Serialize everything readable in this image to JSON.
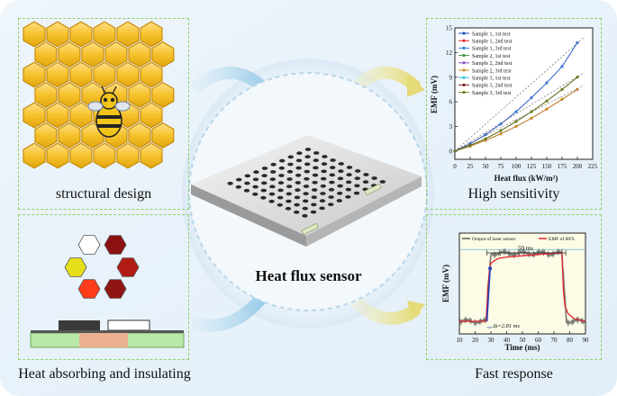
{
  "center": {
    "title": "Heat flux sensor"
  },
  "captions": {
    "structural": "structural design",
    "sensitivity": "High sensitivity",
    "absorbing": "Heat absorbing and insulating",
    "fast": "Fast response"
  },
  "colors": {
    "honeycomb": "#f2b81a",
    "panel_border": "#8fd36b",
    "hex_palette": [
      "#ffffff",
      "#8b1010",
      "#e6df1a",
      "#b01c14",
      "#ff3b1a",
      "#8f1512"
    ]
  },
  "chart_data": [
    {
      "type": "line",
      "xlabel": "Heat flux (kW/m²)",
      "ylabel": "EMF (mV)",
      "xlim": [
        0,
        225
      ],
      "ylim": [
        -1,
        15
      ],
      "xticks": [
        0,
        25,
        50,
        75,
        100,
        125,
        150,
        175,
        200,
        225
      ],
      "yticks": [
        0,
        3,
        6,
        9,
        12,
        15
      ],
      "legend": "top-left",
      "series": [
        {
          "name": "Sample 1, 1st test",
          "color": "#1e4fbf",
          "marker": "square",
          "x": [
            0,
            25,
            50,
            75,
            100,
            125,
            150,
            175,
            200
          ],
          "y": [
            0,
            0.9,
            2.0,
            3.3,
            4.8,
            6.5,
            8.3,
            10.3,
            13.2
          ]
        },
        {
          "name": "Sample 1, 2nd test",
          "color": "#e3242b",
          "marker": "circle",
          "x": [
            0,
            25,
            50,
            75,
            100,
            125,
            150,
            175,
            200
          ],
          "y": [
            0,
            0.9,
            2.0,
            3.3,
            4.8,
            6.5,
            8.3,
            10.3,
            13.2
          ]
        },
        {
          "name": "Sample 1, 3rd test",
          "color": "#2f7ce8",
          "marker": "triangle",
          "x": [
            0,
            25,
            50,
            75,
            100,
            125,
            150,
            175,
            200
          ],
          "y": [
            0,
            0.9,
            2.0,
            3.3,
            4.8,
            6.5,
            8.3,
            10.3,
            13.2
          ]
        },
        {
          "name": "Sample 2, 1st test",
          "color": "#3a9a3a",
          "marker": "triangle-down",
          "x": [
            0,
            25,
            50,
            75,
            100,
            125,
            150,
            175,
            200
          ],
          "y": [
            0,
            0.6,
            1.3,
            2.1,
            3.0,
            4.0,
            5.1,
            6.3,
            7.5
          ]
        },
        {
          "name": "Sample 2, 2nd test",
          "color": "#8a4fc9",
          "marker": "diamond",
          "x": [
            0,
            25,
            50,
            75,
            100,
            125,
            150,
            175,
            200
          ],
          "y": [
            0,
            0.6,
            1.3,
            2.1,
            3.0,
            4.0,
            5.1,
            6.3,
            7.5
          ]
        },
        {
          "name": "Sample 2, 3rd test",
          "color": "#d48a1a",
          "marker": "triangle-left",
          "x": [
            0,
            25,
            50,
            75,
            100,
            125,
            150,
            175,
            200
          ],
          "y": [
            0,
            0.6,
            1.3,
            2.1,
            3.0,
            4.0,
            5.1,
            6.3,
            7.5
          ]
        },
        {
          "name": "Sample 3, 1st test",
          "color": "#36c3d6",
          "marker": "triangle-right",
          "x": [
            0,
            25,
            50,
            75,
            100,
            125,
            150,
            175,
            200
          ],
          "y": [
            0,
            0.7,
            1.5,
            2.5,
            3.6,
            4.8,
            6.1,
            7.5,
            9.0
          ]
        },
        {
          "name": "Sample 3, 2nd test",
          "color": "#7a1f1f",
          "marker": "hexagon",
          "x": [
            0,
            25,
            50,
            75,
            100,
            125,
            150,
            175,
            200
          ],
          "y": [
            0,
            0.7,
            1.5,
            2.5,
            3.6,
            4.8,
            6.1,
            7.5,
            9.0
          ]
        },
        {
          "name": "Sample 3, 3rd test",
          "color": "#6b7f1a",
          "marker": "star",
          "x": [
            0,
            25,
            50,
            75,
            100,
            125,
            150,
            175,
            200
          ],
          "y": [
            0,
            0.7,
            1.5,
            2.5,
            3.6,
            4.8,
            6.1,
            7.5,
            9.0
          ]
        }
      ]
    },
    {
      "type": "line",
      "xlabel": "Time (ms)",
      "ylabel": "EMF (mV)",
      "xlim": [
        10,
        90
      ],
      "xticks": [
        10,
        20,
        30,
        40,
        50,
        60,
        70,
        80,
        90
      ],
      "legend": "top",
      "series": [
        {
          "name": "Output of laser sensor",
          "color": "#5a5a5a",
          "x": [
            10,
            27,
            28,
            29,
            30,
            75,
            76,
            77,
            90
          ],
          "y": [
            0.3,
            0.3,
            1.8,
            2.6,
            3.0,
            3.0,
            1.5,
            0.6,
            0.3
          ]
        },
        {
          "name": "EMF of HFS",
          "color": "#e3242b",
          "x": [
            10,
            27,
            28,
            29,
            30,
            32,
            35,
            40,
            50,
            60,
            70,
            75,
            76,
            77,
            79,
            83,
            90
          ],
          "y": [
            0.3,
            0.3,
            1.6,
            2.3,
            2.6,
            2.7,
            2.8,
            2.85,
            2.9,
            2.95,
            3.0,
            3.0,
            1.5,
            0.9,
            0.6,
            0.4,
            0.3
          ]
        }
      ],
      "annotations": [
        "50 ms",
        "Δt=2.81 ms"
      ]
    }
  ]
}
